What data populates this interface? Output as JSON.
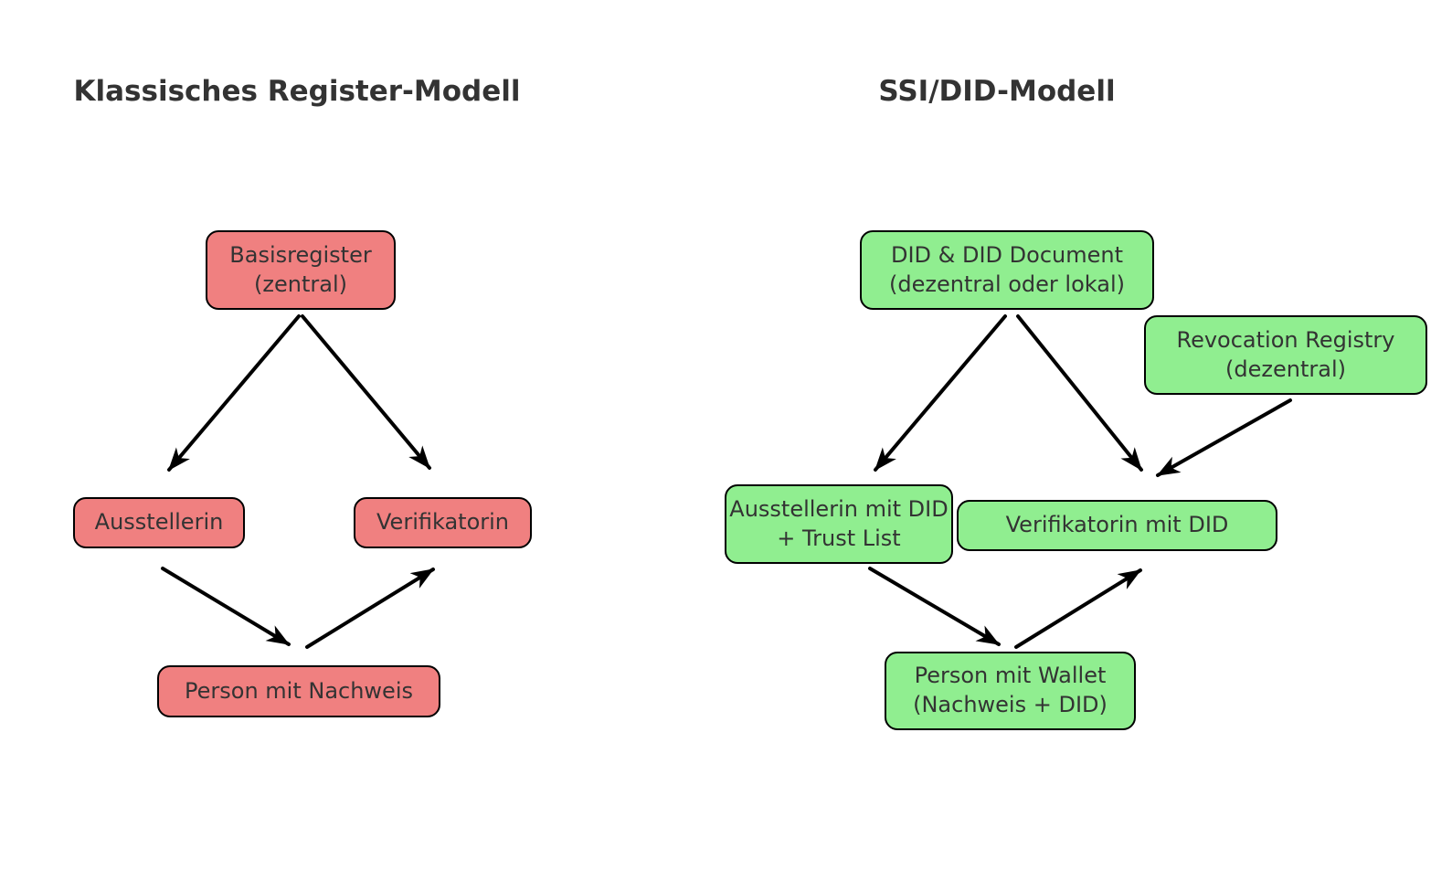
{
  "page": {
    "background": "#ffffff",
    "text_color": "#333333",
    "border_color": "#000000",
    "arrow_color": "#000000"
  },
  "left_diagram": {
    "title": "Klassisches Register-Modell",
    "node_fill": "#f08080",
    "nodes": {
      "basisregister": {
        "label": "Basisregister\n(zentral)"
      },
      "ausstellerin": {
        "label": "Ausstellerin"
      },
      "verifikatorin": {
        "label": "Verifikatorin"
      },
      "person_nachweis": {
        "label": "Person mit Nachweis"
      }
    },
    "edges": [
      {
        "from": "basisregister",
        "to": "ausstellerin"
      },
      {
        "from": "basisregister",
        "to": "verifikatorin"
      },
      {
        "from": "ausstellerin",
        "to": "person_nachweis"
      },
      {
        "from": "person_nachweis",
        "to": "verifikatorin"
      }
    ]
  },
  "right_diagram": {
    "title": "SSI/DID-Modell",
    "node_fill": "#90ee90",
    "nodes": {
      "did_document": {
        "label": "DID & DID Document\n(dezentral oder lokal)"
      },
      "revocation_registry": {
        "label": "Revocation Registry\n(dezentral)"
      },
      "ausstellerin_did": {
        "label": "Ausstellerin mit DID\n+ Trust List"
      },
      "verifikatorin_did": {
        "label": "Verifikatorin mit DID"
      },
      "person_wallet": {
        "label": "Person mit Wallet\n(Nachweis + DID)"
      }
    },
    "edges": [
      {
        "from": "did_document",
        "to": "ausstellerin_did"
      },
      {
        "from": "did_document",
        "to": "verifikatorin_did"
      },
      {
        "from": "revocation_registry",
        "to": "verifikatorin_did"
      },
      {
        "from": "ausstellerin_did",
        "to": "person_wallet"
      },
      {
        "from": "person_wallet",
        "to": "verifikatorin_did"
      }
    ]
  }
}
